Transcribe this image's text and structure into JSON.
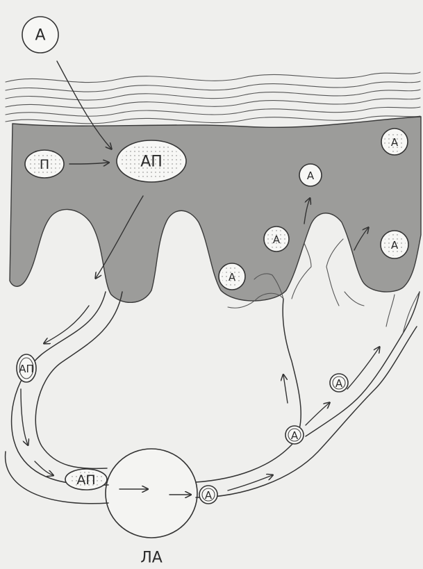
{
  "diagram": {
    "labels": {
      "antigen_outside": "A",
      "langerhans_cell": "П",
      "antigen_langerhans_complex": "АП",
      "skin_antigen_1": "A",
      "skin_antigen_2": "A",
      "skin_antigen_3": "A",
      "skin_antigen_4": "A",
      "skin_antigen_5": "A",
      "lymph_complex_1": "АП",
      "lymph_complex_2": "АП",
      "node_antigen": "A",
      "efferent_antigen_1": "A",
      "efferent_antigen_2": "A",
      "lymph_node": "ЛА"
    }
  }
}
